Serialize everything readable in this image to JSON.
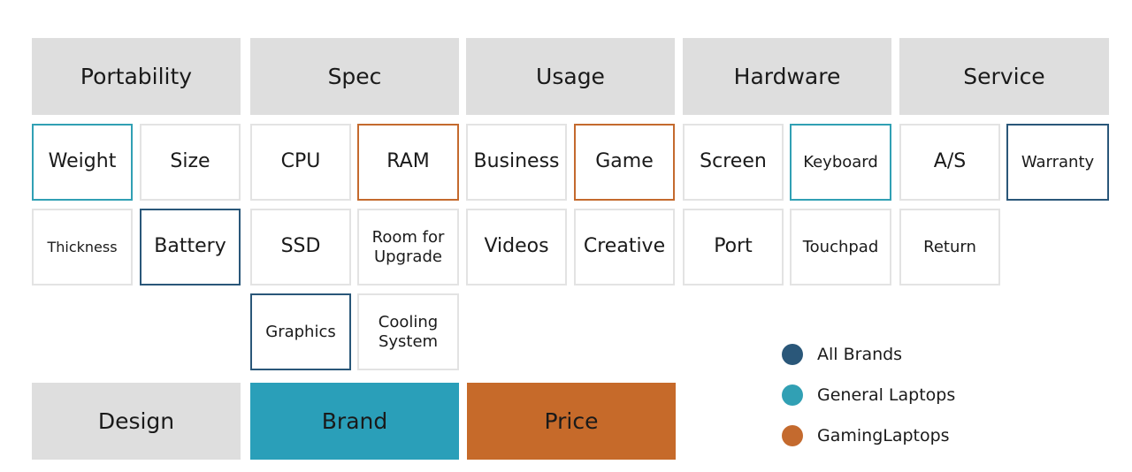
{
  "headers": {
    "portability": "Portability",
    "spec": "Spec",
    "usage": "Usage",
    "hardware": "Hardware",
    "service": "Service"
  },
  "items": {
    "weight": "Weight",
    "size": "Size",
    "thickness": "Thickness",
    "battery": "Battery",
    "cpu": "CPU",
    "ram": "RAM",
    "ssd": "SSD",
    "room_for_upgrade": "Room for\nUpgrade",
    "graphics": "Graphics",
    "cooling_system": "Cooling\nSystem",
    "business": "Business",
    "game": "Game",
    "videos": "Videos",
    "creative": "Creative",
    "screen": "Screen",
    "keyboard": "Keyboard",
    "port": "Port",
    "touchpad": "Touchpad",
    "as": "A/S",
    "warranty": "Warranty",
    "return": "Return"
  },
  "bottom": {
    "design": "Design",
    "brand": "Brand",
    "price": "Price"
  },
  "legend": [
    {
      "label": "All Brands",
      "color": "#2a5779"
    },
    {
      "label": "General Laptops",
      "color": "#31a0b4"
    },
    {
      "label": "GamingLaptops",
      "color": "#c46a2e"
    }
  ],
  "colors": {
    "header_bg": "#dedede",
    "brand_bg": "#2a9fb9",
    "price_bg": "#c66a2a"
  }
}
